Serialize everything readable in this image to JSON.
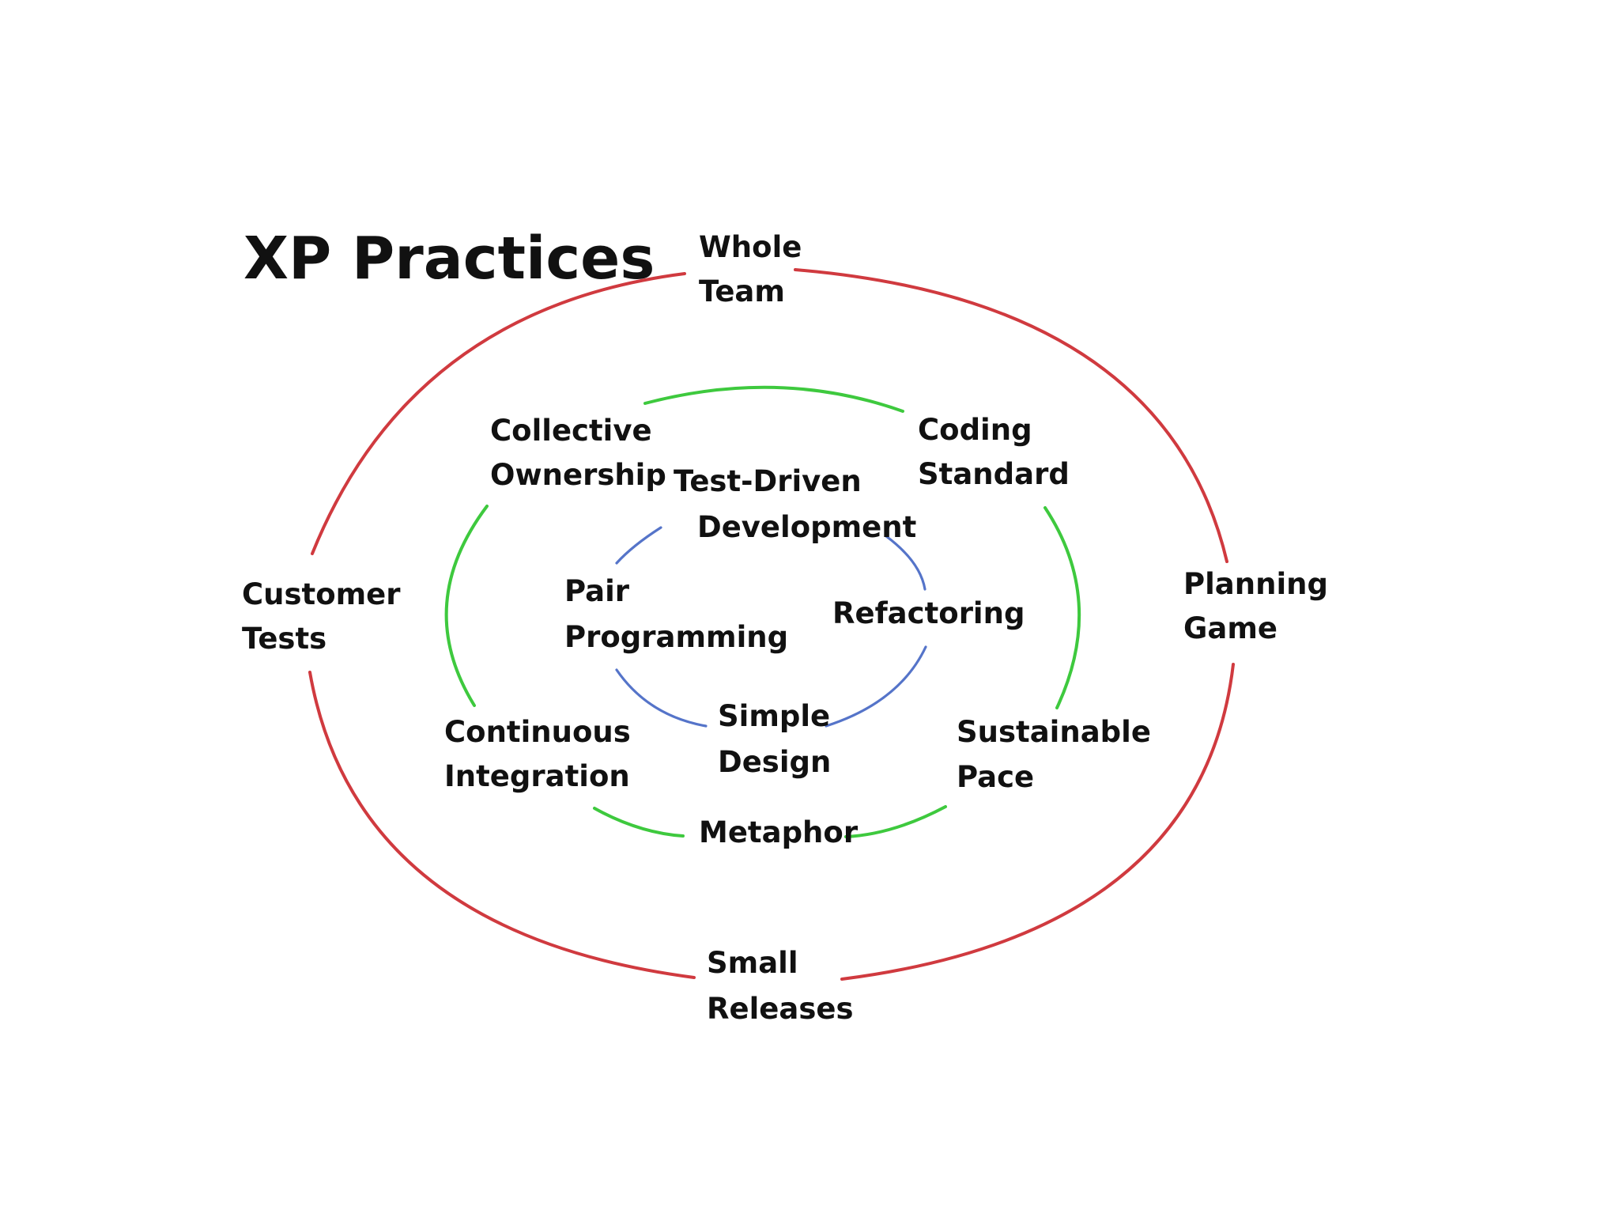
{
  "title": "XP Practices",
  "colors": {
    "outer_ring": "#d03a3f",
    "middle_ring": "#3ec93e",
    "inner_ring": "#5574c9",
    "text": "#111111",
    "background": "#ffffff"
  },
  "rings": {
    "outer": {
      "label": "outer",
      "practices": [
        {
          "line1": "Whole",
          "line2": "Team"
        },
        {
          "line1": "Planning",
          "line2": "Game"
        },
        {
          "line1": "Small",
          "line2": "Releases"
        },
        {
          "line1": "Customer",
          "line2": "Tests"
        }
      ]
    },
    "middle": {
      "label": "middle",
      "practices": [
        {
          "line1": "Collective",
          "line2": "Ownership"
        },
        {
          "line1": "Coding",
          "line2": "Standard"
        },
        {
          "line1": "Sustainable",
          "line2": "Pace"
        },
        {
          "line1": "Metaphor",
          "line2": ""
        },
        {
          "line1": "Continuous",
          "line2": "Integration"
        }
      ]
    },
    "inner": {
      "label": "inner",
      "practices": [
        {
          "line1": "Test-Driven",
          "line2": "Development"
        },
        {
          "line1": "Refactoring",
          "line2": ""
        },
        {
          "line1": "Simple",
          "line2": "Design"
        },
        {
          "line1": "Pair",
          "line2": "Programming"
        }
      ]
    }
  }
}
